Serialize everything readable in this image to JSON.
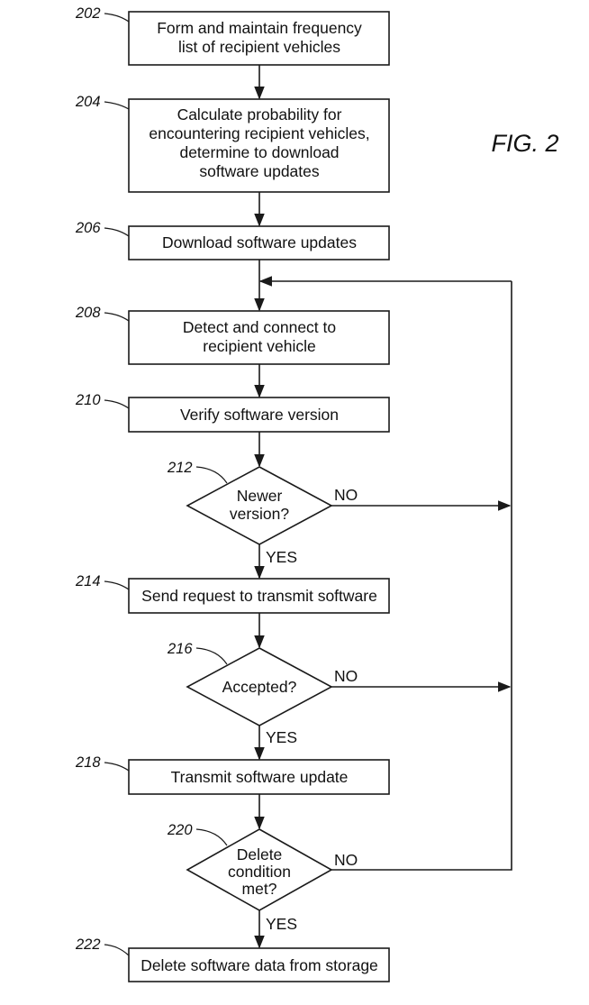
{
  "figure_label": "FIG. 2",
  "steps": [
    {
      "ref": "202",
      "lines": [
        "Form and maintain frequency",
        "list of recipient vehicles"
      ]
    },
    {
      "ref": "204",
      "lines": [
        "Calculate probability for",
        "encountering recipient vehicles,",
        "determine to download",
        "software updates"
      ]
    },
    {
      "ref": "206",
      "lines": [
        "Download software updates"
      ]
    },
    {
      "ref": "208",
      "lines": [
        "Detect and connect to",
        "recipient vehicle"
      ]
    },
    {
      "ref": "210",
      "lines": [
        "Verify software version"
      ]
    },
    {
      "ref": "214",
      "lines": [
        "Send request to transmit software"
      ]
    },
    {
      "ref": "218",
      "lines": [
        "Transmit software update"
      ]
    },
    {
      "ref": "222",
      "lines": [
        "Delete software data from storage"
      ]
    }
  ],
  "decisions": [
    {
      "ref": "212",
      "lines": [
        "Newer",
        "version?"
      ],
      "yes_label": "YES",
      "no_label": "NO"
    },
    {
      "ref": "216",
      "lines": [
        "Accepted?"
      ],
      "yes_label": "YES",
      "no_label": "NO"
    },
    {
      "ref": "220",
      "lines": [
        "Delete",
        "condition",
        "met?"
      ],
      "yes_label": "YES",
      "no_label": "NO"
    }
  ]
}
